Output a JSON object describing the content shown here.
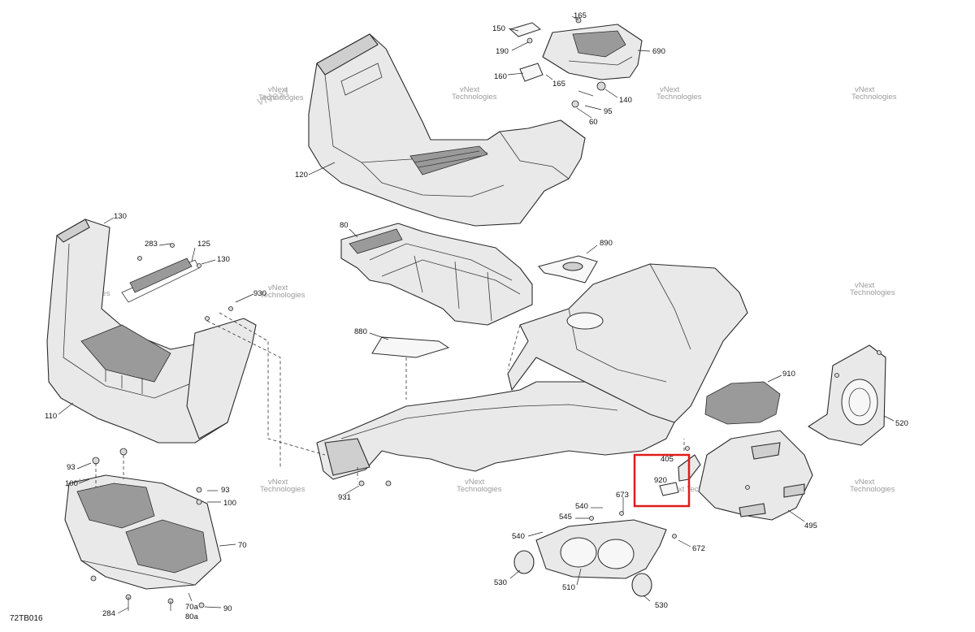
{
  "figure_id": "72TB016",
  "watermark": {
    "line1": "vNext",
    "line2": "Technologies",
    "full": "vNext Technologies"
  },
  "highlight_color": "#e01b1b",
  "callouts": {
    "c150": "150",
    "c165a": "165",
    "c190": "190",
    "c690": "690",
    "c160": "160",
    "c165b": "165",
    "c140": "140",
    "c95": "95",
    "c60": "60",
    "c120": "120",
    "c130a": "130",
    "c283": "283",
    "c125": "125",
    "c130b": "130",
    "c930": "930",
    "c80": "80",
    "c890": "890",
    "c880": "880",
    "c910": "910",
    "c520": "520",
    "c110": "110",
    "c93a": "93",
    "c100a": "100",
    "c93b": "93",
    "c100b": "100",
    "c70": "70",
    "c284": "284",
    "c70a": "70a",
    "c80a": "80a",
    "c90": "90",
    "c931": "931",
    "c405": "405",
    "c920": "920",
    "c673": "673",
    "c540a": "540",
    "c545": "545",
    "c540b": "540",
    "c672": "672",
    "c495": "495",
    "c530a": "530",
    "c510": "510",
    "c530b": "530"
  }
}
